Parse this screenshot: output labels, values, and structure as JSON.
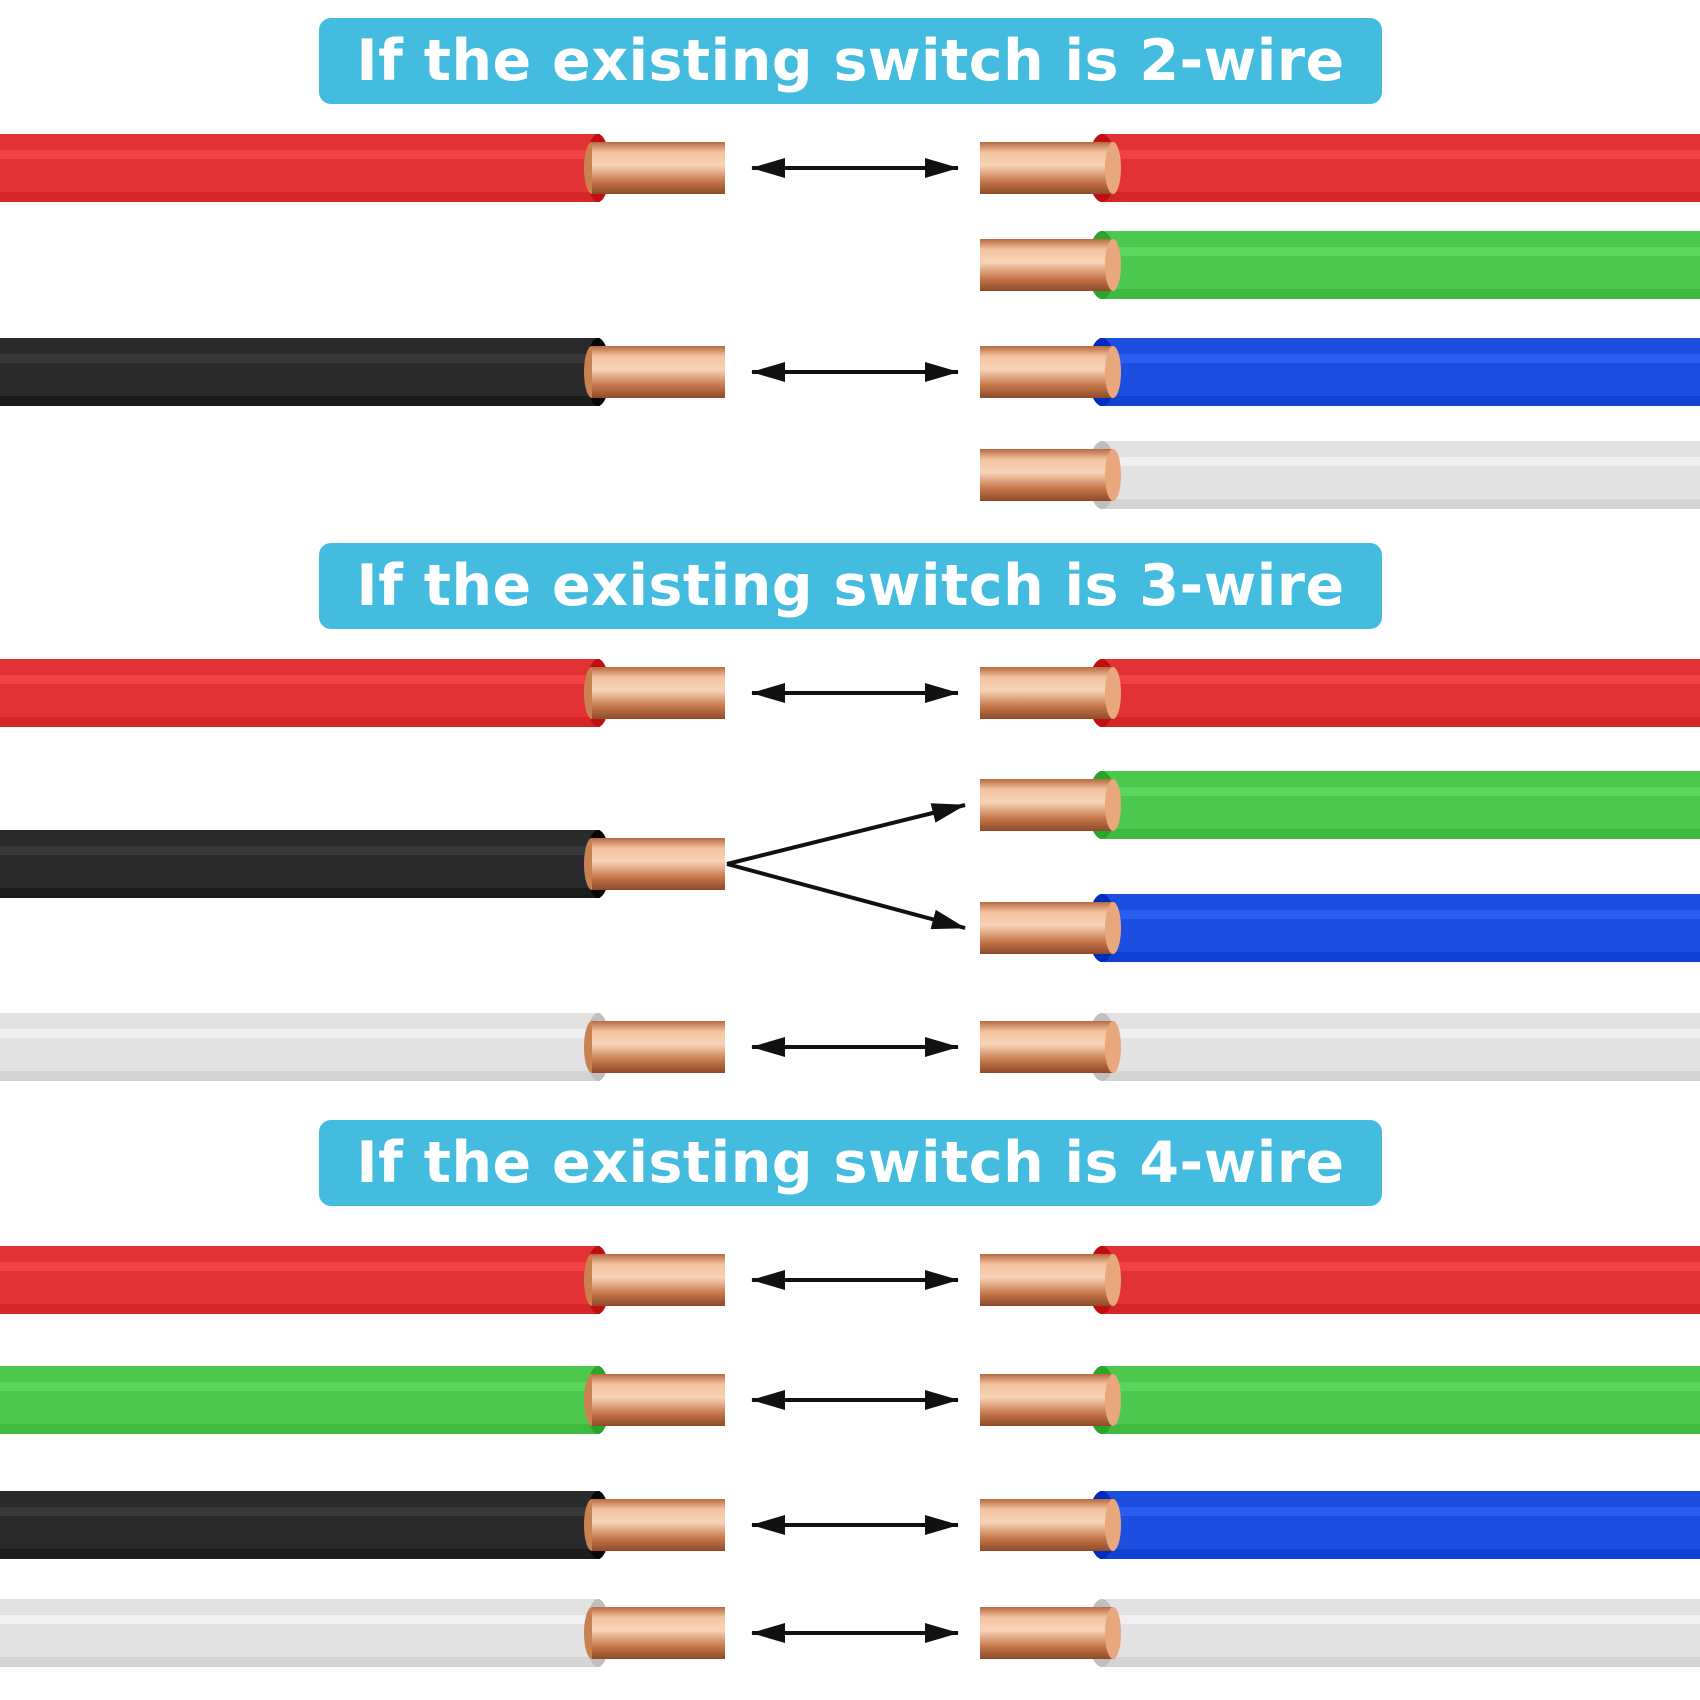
{
  "colors": {
    "banner": "#43bce0",
    "red": "#e33236",
    "green": "#4cc84d",
    "blue": "#1c4fe0",
    "black": "#2a2a2a",
    "white": "#e2e2e2",
    "copper": "#d59166",
    "arrow": "#111111"
  },
  "sections": [
    {
      "title": "If the existing switch is 2-wire",
      "existing_wires": [
        "red",
        "black"
      ],
      "new_wires": [
        "red",
        "green",
        "blue",
        "white"
      ],
      "connections": [
        {
          "from": "red",
          "to": [
            "red"
          ],
          "style": "double-arrow"
        },
        {
          "from": "black",
          "to": [
            "blue"
          ],
          "style": "double-arrow"
        }
      ]
    },
    {
      "title": "If the existing switch is 3-wire",
      "existing_wires": [
        "red",
        "black",
        "white"
      ],
      "new_wires": [
        "red",
        "green",
        "blue",
        "white"
      ],
      "connections": [
        {
          "from": "red",
          "to": [
            "red"
          ],
          "style": "double-arrow"
        },
        {
          "from": "black",
          "to": [
            "green",
            "blue"
          ],
          "style": "split-arrow"
        },
        {
          "from": "white",
          "to": [
            "white"
          ],
          "style": "double-arrow"
        }
      ]
    },
    {
      "title": "If the existing switch is 4-wire",
      "existing_wires": [
        "red",
        "green",
        "black",
        "white"
      ],
      "new_wires": [
        "red",
        "green",
        "blue",
        "white"
      ],
      "connections": [
        {
          "from": "red",
          "to": [
            "red"
          ],
          "style": "double-arrow"
        },
        {
          "from": "green",
          "to": [
            "green"
          ],
          "style": "double-arrow"
        },
        {
          "from": "black",
          "to": [
            "blue"
          ],
          "style": "double-arrow"
        },
        {
          "from": "white",
          "to": [
            "white"
          ],
          "style": "double-arrow"
        }
      ]
    }
  ]
}
